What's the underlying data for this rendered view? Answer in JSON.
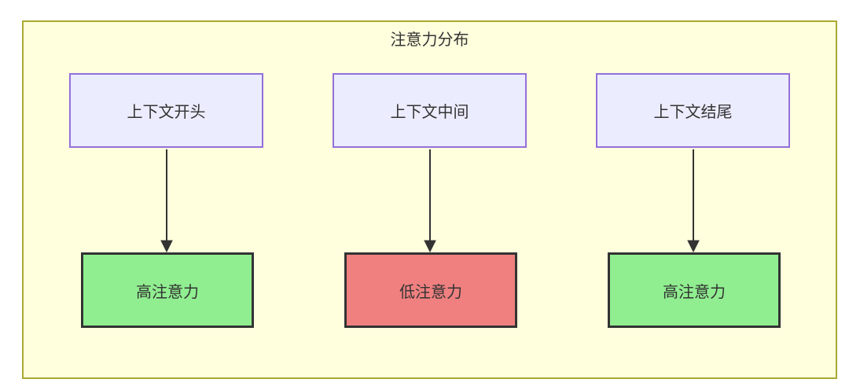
{
  "diagram": {
    "title": "注意力分布",
    "top_nodes": [
      {
        "id": "context-start",
        "label": "上下文开头"
      },
      {
        "id": "context-middle",
        "label": "上下文中间"
      },
      {
        "id": "context-end",
        "label": "上下文结尾"
      }
    ],
    "bottom_nodes": [
      {
        "id": "attention-high-1",
        "label": "高注意力",
        "level": "high"
      },
      {
        "id": "attention-low",
        "label": "低注意力",
        "level": "low"
      },
      {
        "id": "attention-high-2",
        "label": "高注意力",
        "level": "high"
      }
    ],
    "edges": [
      {
        "from": "context-start",
        "to": "attention-high-1"
      },
      {
        "from": "context-middle",
        "to": "attention-low"
      },
      {
        "from": "context-end",
        "to": "attention-high-2"
      }
    ],
    "colors": {
      "container_fill": "#ffffde",
      "container_border": "#aaaa33",
      "context_node_fill": "#ececff",
      "context_node_border": "#9370db",
      "high_attention_fill": "#90ee90",
      "low_attention_fill": "#f08080",
      "result_node_border": "#333333",
      "arrow": "#333333",
      "text": "#333333"
    }
  }
}
